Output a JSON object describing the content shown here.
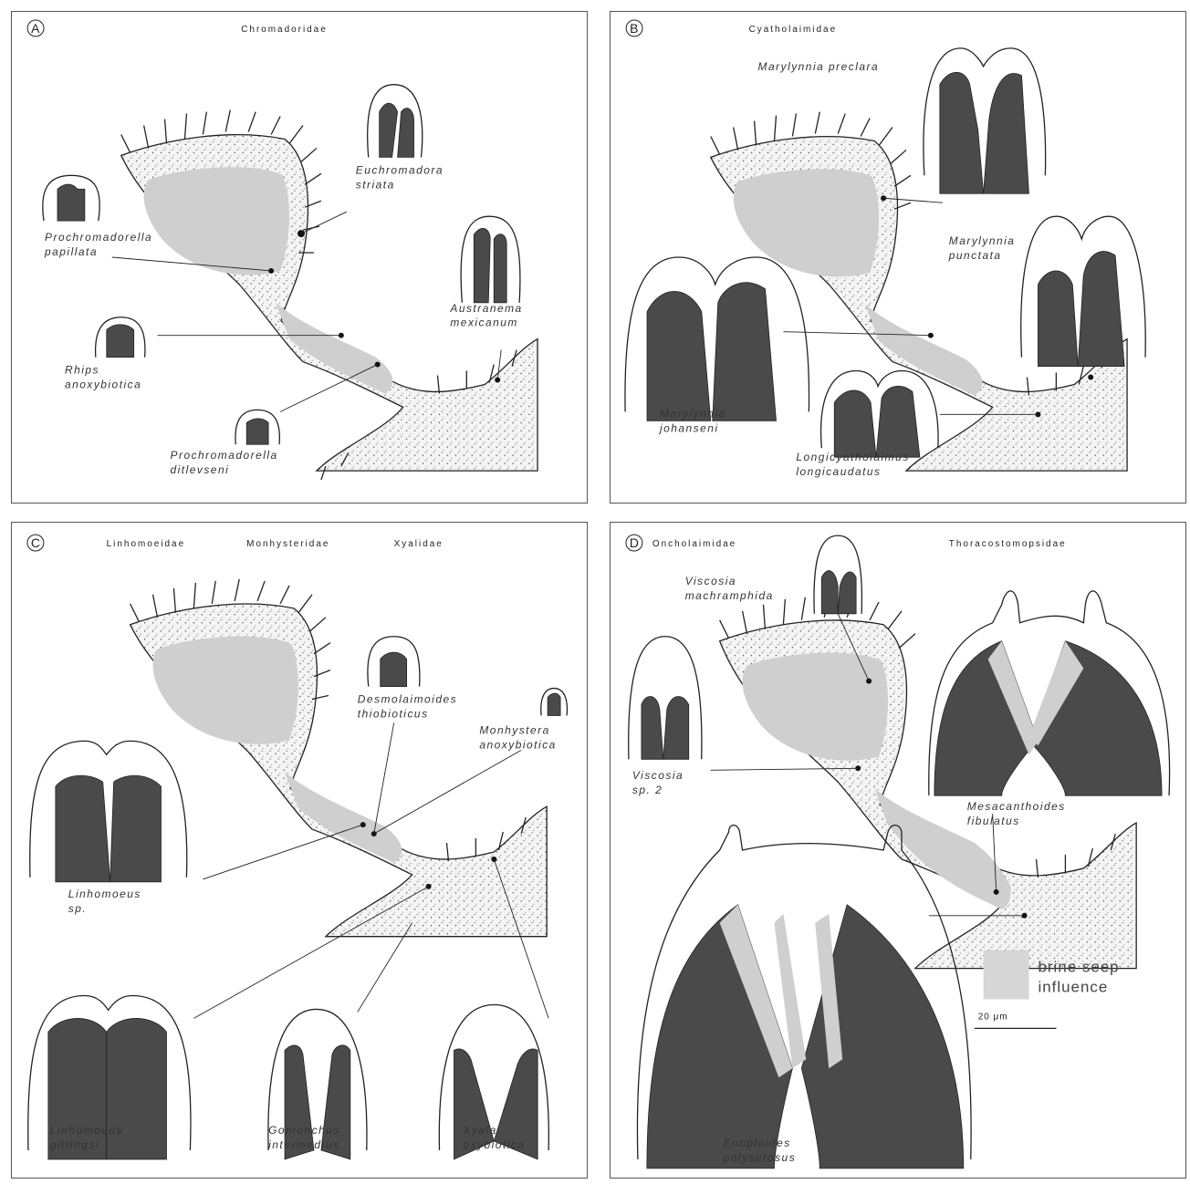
{
  "panels": {
    "a": {
      "letter": "A",
      "families": [
        "Chromadoridae"
      ],
      "species": [
        {
          "line1": "Euchromadora",
          "line2": "striata"
        },
        {
          "line1": "Prochromadorella",
          "line2": "papillata"
        },
        {
          "line1": "Austranema",
          "line2": "mexicanum"
        },
        {
          "line1": "Rhips",
          "line2": "anoxybiotica"
        },
        {
          "line1": "Prochromadorella",
          "line2": "ditlevseni"
        }
      ]
    },
    "b": {
      "letter": "B",
      "families": [
        "Cyatholaimidae"
      ],
      "species": [
        {
          "line1": "Marylynnia preclara",
          "line2": ""
        },
        {
          "line1": "Marylynnia",
          "line2": "punctata"
        },
        {
          "line1": "Marylynnia",
          "line2": "johanseni"
        },
        {
          "line1": "Longicyatholaimus",
          "line2": "longicaudatus"
        }
      ]
    },
    "c": {
      "letter": "C",
      "families": [
        "Linhomoeidae",
        "Monhysteridae",
        "Xyalidae"
      ],
      "species": [
        {
          "line1": "Desmolaimoides",
          "line2": "thiobioticus"
        },
        {
          "line1": "Monhystera",
          "line2": "anoxybiotica"
        },
        {
          "line1": "Linhomoeus",
          "line2": "sp."
        },
        {
          "line1": "Linhomoeus",
          "line2": "gittingsi"
        },
        {
          "line1": "Gonionchus",
          "line2": "intermedius"
        },
        {
          "line1": "Xyala",
          "line2": "oxybiotica"
        }
      ]
    },
    "d": {
      "letter": "D",
      "families": [
        "Oncholaimidae",
        "Thoracostomopsidae"
      ],
      "species": [
        {
          "line1": "Viscosia",
          "line2": "machramphida"
        },
        {
          "line1": "Viscosia",
          "line2": "sp. 2"
        },
        {
          "line1": "Mesacanthoides",
          "line2": "fibulatus"
        },
        {
          "line1": "Enoploides",
          "line2": "polysetosus"
        }
      ]
    }
  },
  "legend": {
    "line1": "brine seep",
    "line2": "influence",
    "scale": "20 μm"
  },
  "colors": {
    "seep": "#cfcfcf",
    "body": "#4a4a4a",
    "outline": "#222222"
  }
}
